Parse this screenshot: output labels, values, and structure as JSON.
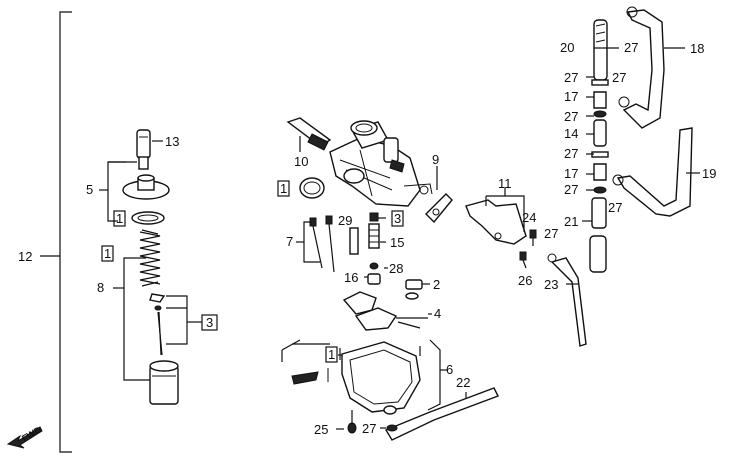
{
  "labels": {
    "n1_a": "1",
    "n1_b": "1",
    "n1_c": "1",
    "n1_d": "1",
    "n2": "2",
    "n3_a": "3",
    "n3_b": "3",
    "n4": "4",
    "n5": "5",
    "n6": "6",
    "n7": "7",
    "n8": "8",
    "n9": "9",
    "n10": "10",
    "n11": "11",
    "n12": "12",
    "n13": "13",
    "n14": "14",
    "n15": "15",
    "n16": "16",
    "n17_a": "17",
    "n17_b": "17",
    "n18": "18",
    "n19": "19",
    "n20": "20",
    "n21": "21",
    "n22": "22",
    "n23": "23",
    "n24": "24",
    "n25": "25",
    "n26": "26",
    "n27_a": "27",
    "n27_b": "27",
    "n27_c": "27",
    "n27_d": "27",
    "n27_e": "27",
    "n27_f": "27",
    "n27_g": "27",
    "n27_h": "27",
    "n27_i": "27",
    "n28": "28",
    "n29": "29"
  },
  "fwd": "FWD"
}
